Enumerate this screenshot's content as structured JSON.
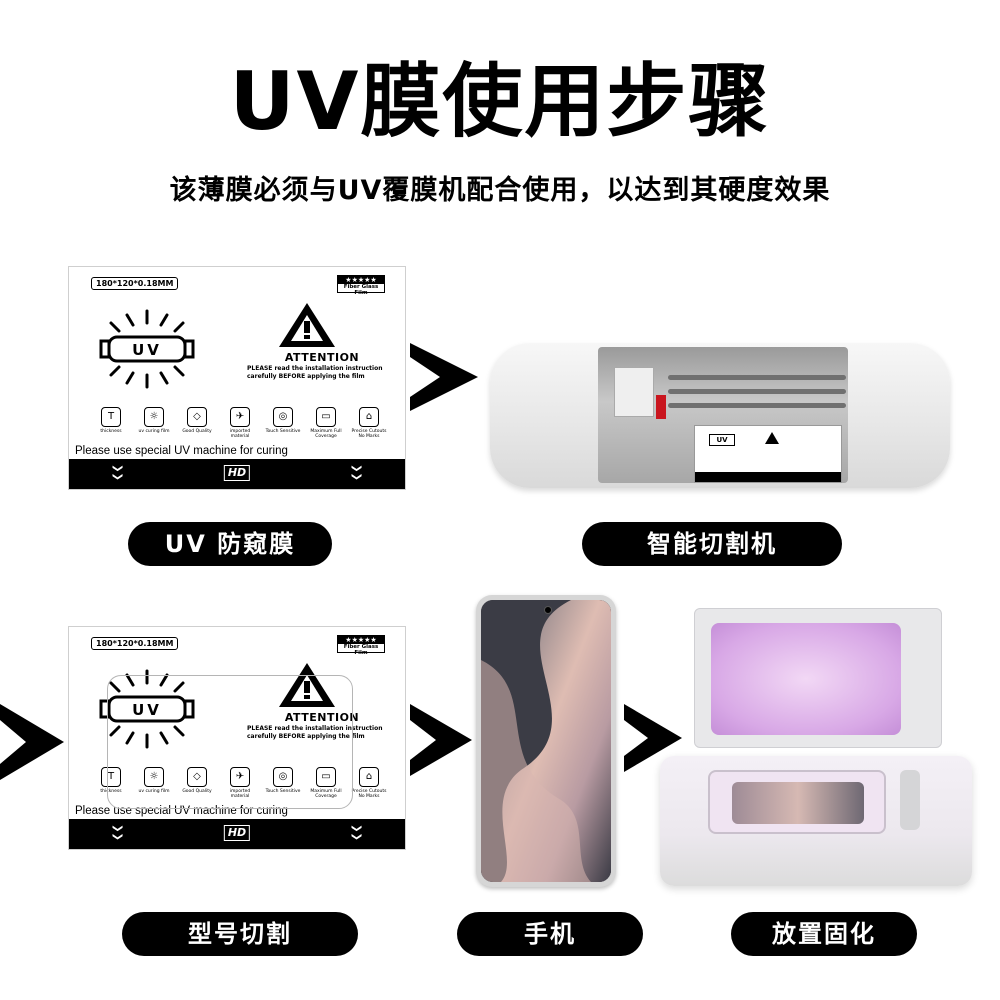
{
  "header": {
    "title": "UV膜使用步骤",
    "subtitle": "该薄膜必须与UV覆膜机配合使用，以达到其硬度效果"
  },
  "film_card": {
    "dimension": "180*120*0.18MM",
    "brand_stars": "★★★★★",
    "brand_text": "Fiber Glass Film",
    "uv_text": "UV",
    "attention": "ATTENTION",
    "instruction": "PLEASE read the installation instruction carefully BEFORE applying the film",
    "notice": "Please use special UV machine for curing",
    "hd": "HD",
    "chevron": "❯❯",
    "features": [
      {
        "symbol": "T",
        "label": "thickness"
      },
      {
        "symbol": "☼",
        "label": "uv curing film"
      },
      {
        "symbol": "◇",
        "label": "Good Quality"
      },
      {
        "symbol": "✈",
        "label": "imported material"
      },
      {
        "symbol": "◎",
        "label": "Touch Sensitive"
      },
      {
        "symbol": "▭",
        "label": "Maximum Full Coverage"
      },
      {
        "symbol": "⌂",
        "label": "Precise Cutouts No Marks"
      }
    ]
  },
  "steps": {
    "uv_film": "UV 防窥膜",
    "cutting_machine": "智能切割机",
    "model_cut": "型号切割",
    "phone": "手机",
    "curing": "放置固化"
  },
  "colors": {
    "pill_bg": "#000000",
    "pill_text": "#ffffff",
    "arrow": "#000000",
    "uv_light": "#d8a8e6"
  }
}
